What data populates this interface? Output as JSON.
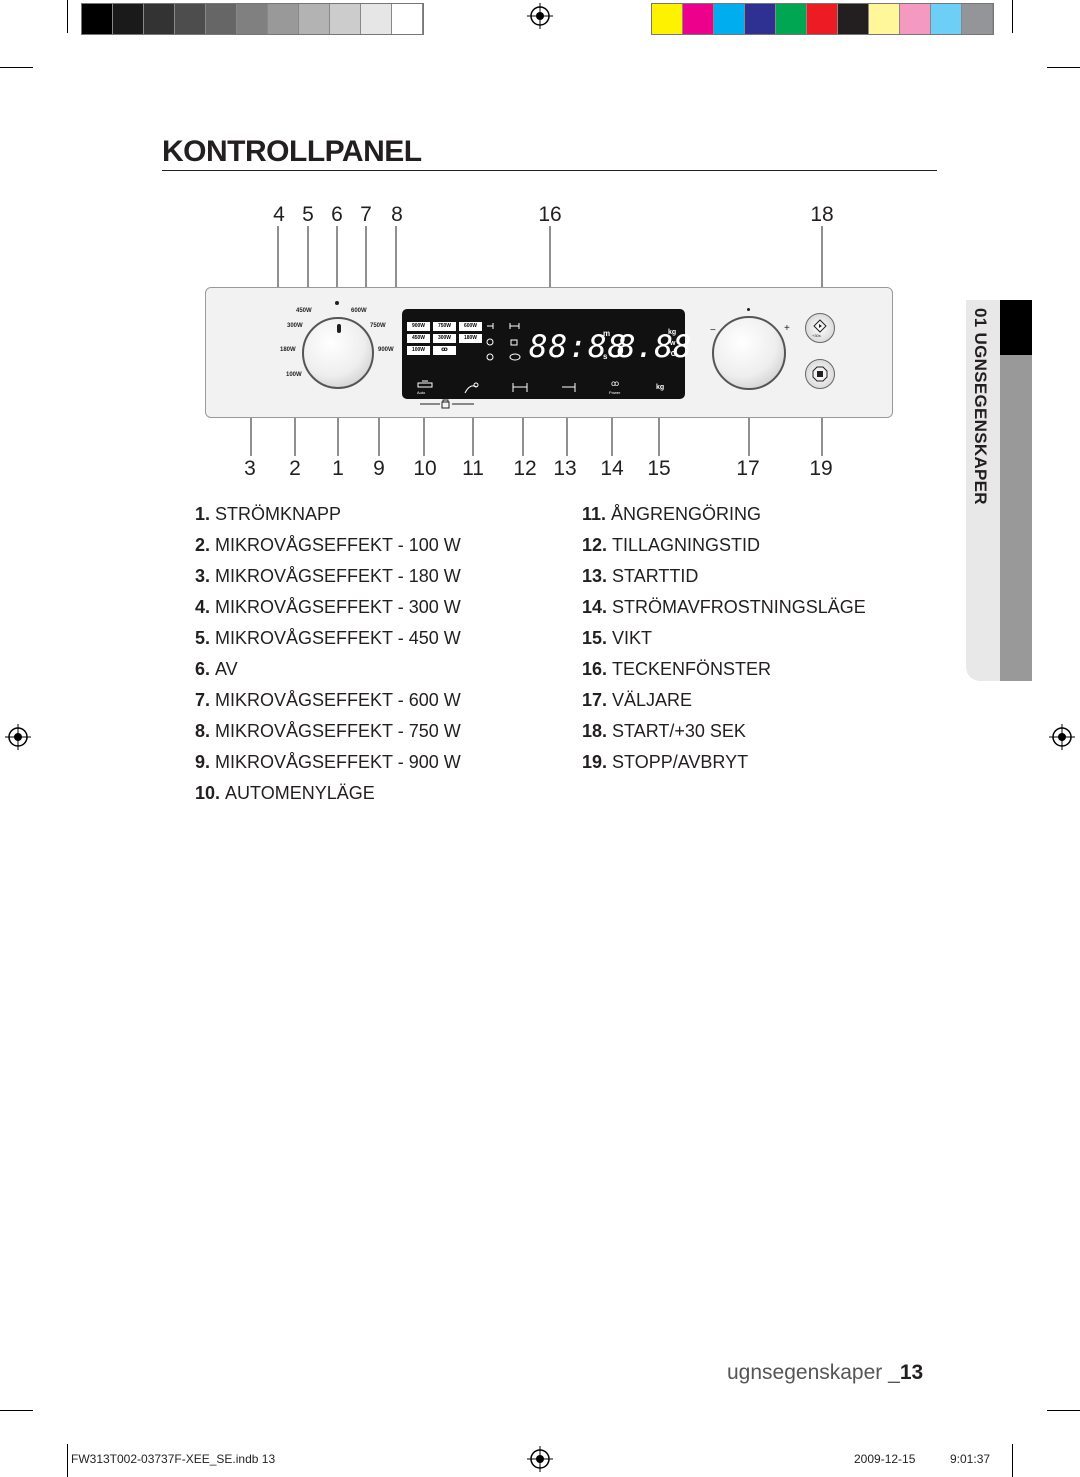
{
  "colors": {
    "gray_swatches": [
      "#000000",
      "#1a1a1a",
      "#333333",
      "#4d4d4d",
      "#666666",
      "#808080",
      "#999999",
      "#b3b3b3",
      "#cccccc",
      "#e6e6e6",
      "#ffffff"
    ],
    "color_swatches": [
      "#fff200",
      "#ec008c",
      "#00aeef",
      "#2e3192",
      "#00a651",
      "#ed1c24",
      "#231f20",
      "#fff799",
      "#f49ac1",
      "#6dcff6",
      "#939598"
    ],
    "panel_bg": "#f2f2f2",
    "display_bg": "#111111"
  },
  "page": {
    "title": "KONTROLLPANEL",
    "side_tab": "01 UGNSEGENSKAPER",
    "footer_label": "ugnsegenskaper _",
    "footer_page": "13"
  },
  "callouts": {
    "top": [
      "4",
      "5",
      "6",
      "7",
      "8",
      "16",
      "18"
    ],
    "bottom": [
      "3",
      "2",
      "1",
      "9",
      "10",
      "11",
      "12",
      "13",
      "14",
      "15",
      "17",
      "19"
    ]
  },
  "panel": {
    "dial_labels": [
      "450W",
      "600W",
      "300W",
      "750W",
      "180W",
      "900W",
      "100W"
    ],
    "display_power": [
      "900W",
      "750W",
      "600W",
      "450W",
      "300W",
      "180W",
      "100W",
      "ꝏ"
    ],
    "display_digits": "88:88",
    "display_weight": "8.88",
    "display_units": [
      "m",
      "s",
      "kg",
      "w",
      "°C"
    ],
    "strip_labels": [
      "Auto",
      "Power",
      "kg"
    ],
    "start_label": "+30s"
  },
  "legend_left": [
    {
      "n": "1.",
      "t": "STRÖMKNAPP"
    },
    {
      "n": "2.",
      "t": "MIKROVÅGSEFFEKT - 100 W"
    },
    {
      "n": "3.",
      "t": "MIKROVÅGSEFFEKT - 180 W"
    },
    {
      "n": "4.",
      "t": "MIKROVÅGSEFFEKT - 300 W"
    },
    {
      "n": "5.",
      "t": "MIKROVÅGSEFFEKT - 450 W"
    },
    {
      "n": "6.",
      "t": "AV"
    },
    {
      "n": "7.",
      "t": "MIKROVÅGSEFFEKT - 600 W"
    },
    {
      "n": "8.",
      "t": "MIKROVÅGSEFFEKT - 750 W"
    },
    {
      "n": "9.",
      "t": "MIKROVÅGSEFFEKT - 900 W"
    },
    {
      "n": "10.",
      "t": "AUTOMENYLÄGE"
    }
  ],
  "legend_right": [
    {
      "n": "11.",
      "t": "ÅNGRENGÖRING"
    },
    {
      "n": "12.",
      "t": "TILLAGNINGSTID"
    },
    {
      "n": "13.",
      "t": "STARTTID"
    },
    {
      "n": "14.",
      "t": "STRÖMAVFROSTNINGSLÄGE"
    },
    {
      "n": "15.",
      "t": "VIKT"
    },
    {
      "n": "16.",
      "t": "TECKENFÖNSTER"
    },
    {
      "n": "17.",
      "t": "VÄLJARE"
    },
    {
      "n": "18.",
      "t": "START/+30 SEK"
    },
    {
      "n": "19.",
      "t": "STOPP/AVBRYT"
    }
  ],
  "print_meta": {
    "file": "FW313T002-03737F-XEE_SE.indb   13",
    "date": "2009-12-15",
    "time": "9:01:37"
  }
}
